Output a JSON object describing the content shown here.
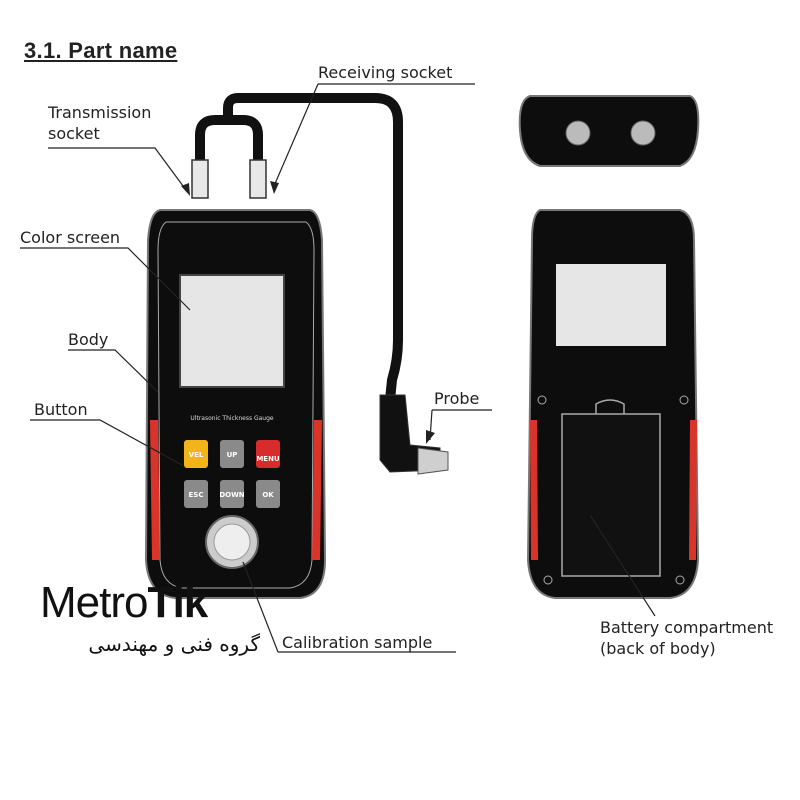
{
  "section_title": "3.1. Part name",
  "labels": {
    "receiving_socket": "Receiving socket",
    "transmission_socket_line1": "Transmission",
    "transmission_socket_line2": "socket",
    "color_screen": "Color screen",
    "body": "Body",
    "button": "Button",
    "probe": "Probe",
    "calibration_sample": "Calibration sample",
    "battery_line1": "Battery compartment",
    "battery_line2": "(back of body)"
  },
  "device": {
    "model_text": "Ultrasonic Thickness Gauge",
    "buttons": [
      {
        "label": "VEL",
        "color": "#f2b31b"
      },
      {
        "label": "UP",
        "color": "#8a8a8a"
      },
      {
        "label": "MENU",
        "color": "#d82b2b"
      },
      {
        "label": "ESC",
        "color": "#8a8a8a"
      },
      {
        "label": "DOWN",
        "color": "#8a8a8a"
      },
      {
        "label": "OK",
        "color": "#8a8a8a"
      }
    ]
  },
  "watermark": {
    "brand_left": "Metro",
    "brand_right": "Tik",
    "subtitle": "گروه فنی و مهندسی"
  },
  "colors": {
    "body_dark": "#0d0d0d",
    "screen": "#e6e6e6",
    "accent_red": "#d8342a",
    "button_yellow": "#f2b31b"
  }
}
